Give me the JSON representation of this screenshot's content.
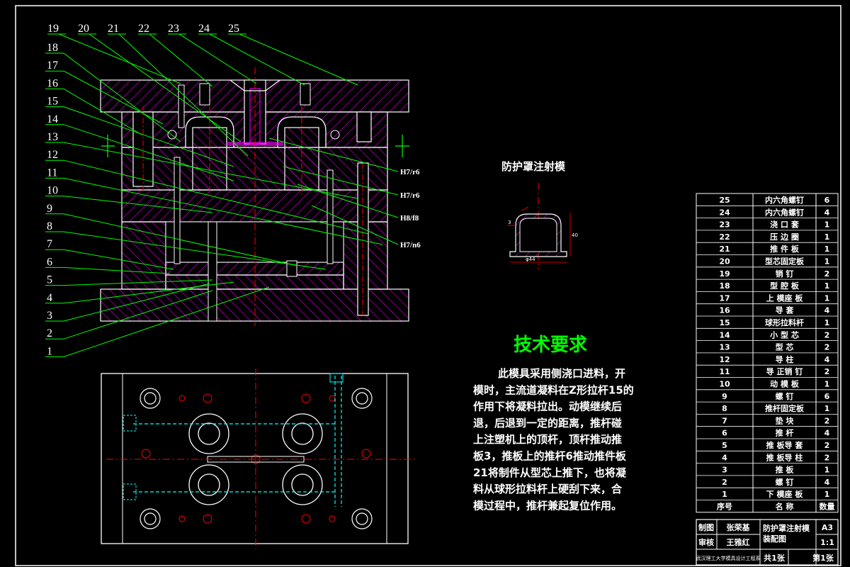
{
  "drawing": {
    "part_view_title": "防护罩注射模",
    "tech_heading": "技术要求",
    "tech_lines": [
      "此模具采用侧浇口进料，开",
      "模时，主流道凝料在Z形拉杆15的",
      "作用下将凝料拉出。动模继续后",
      "退，后退到一定的距离，推杆碰",
      "上注塑机上的顶杆，顶杆推动推",
      "板3，推板上的推杆6推动推件板",
      "21将制件从型芯上推下，也将凝",
      "料从球形拉料杆上硬刮下来，合",
      "模过程中，推杆兼起复位作用。"
    ],
    "leaders_top": [
      "19",
      "20",
      "21",
      "22",
      "23",
      "24",
      "25"
    ],
    "leaders_left": [
      "18",
      "17",
      "16",
      "15",
      "14",
      "13",
      "12",
      "11",
      "10",
      "9",
      "8",
      "7",
      "6",
      "5",
      "4",
      "3",
      "2",
      "1"
    ],
    "fits": [
      "H7/r6",
      "H7/r6",
      "H8/f8",
      "H7/n6"
    ],
    "part_dims": [
      "3",
      "40",
      "φ44"
    ],
    "colors": {
      "frame": "#ffffff",
      "green": "#00ff00",
      "magenta": "#ff00ff",
      "yellow": "#ffff00",
      "red": "#ff0000",
      "cyan": "#00ffff",
      "blue": "#4488ff"
    }
  },
  "bom": {
    "rows": [
      {
        "no": "25",
        "name": "内六角螺钉",
        "qty": "6"
      },
      {
        "no": "24",
        "name": "内六角螺钉",
        "qty": "4"
      },
      {
        "no": "23",
        "name": "浇  口  套",
        "qty": "1"
      },
      {
        "no": "22",
        "name": "压  边  圈",
        "qty": "1"
      },
      {
        "no": "21",
        "name": "推  件  板",
        "qty": "1"
      },
      {
        "no": "20",
        "name": "型芯固定板",
        "qty": "1"
      },
      {
        "no": "19",
        "name": "销      钉",
        "qty": "2"
      },
      {
        "no": "18",
        "name": "型  腔  板",
        "qty": "1"
      },
      {
        "no": "17",
        "name": "上  模座  板",
        "qty": "1"
      },
      {
        "no": "16",
        "name": "导      套",
        "qty": "4"
      },
      {
        "no": "15",
        "name": "球形拉料杆",
        "qty": "1"
      },
      {
        "no": "14",
        "name": "小  型  芯",
        "qty": "2"
      },
      {
        "no": "13",
        "name": "型      芯",
        "qty": "2"
      },
      {
        "no": "12",
        "name": "导      柱",
        "qty": "4"
      },
      {
        "no": "11",
        "name": "导  正销  钉",
        "qty": "2"
      },
      {
        "no": "10",
        "name": "动  模  板",
        "qty": "1"
      },
      {
        "no": "9",
        "name": "螺      钉",
        "qty": "6"
      },
      {
        "no": "8",
        "name": "推杆固定板",
        "qty": "1"
      },
      {
        "no": "7",
        "name": "垫      块",
        "qty": "2"
      },
      {
        "no": "6",
        "name": "推      杆",
        "qty": "4"
      },
      {
        "no": "5",
        "name": "推  板导  套",
        "qty": "2"
      },
      {
        "no": "4",
        "name": "推  板导  柱",
        "qty": "2"
      },
      {
        "no": "3",
        "name": "推      板",
        "qty": "1"
      },
      {
        "no": "2",
        "name": "螺      钉",
        "qty": "4"
      },
      {
        "no": "1",
        "name": "下  模座  板",
        "qty": "1"
      }
    ],
    "header": {
      "no": "序号",
      "name": "名      称",
      "qty": "数量"
    }
  },
  "title_block": {
    "drawn_label": "制图",
    "drawn_name": "张荣基",
    "check_label": "审核",
    "check_name": "王雅红",
    "title_line1": "防护罩注射模",
    "title_line2": "装配图",
    "size": "A3",
    "scale": "1:1",
    "school": "武汉理工大学模具设计工程系",
    "sheets_total": "共1张",
    "sheet_no": "第1张"
  }
}
